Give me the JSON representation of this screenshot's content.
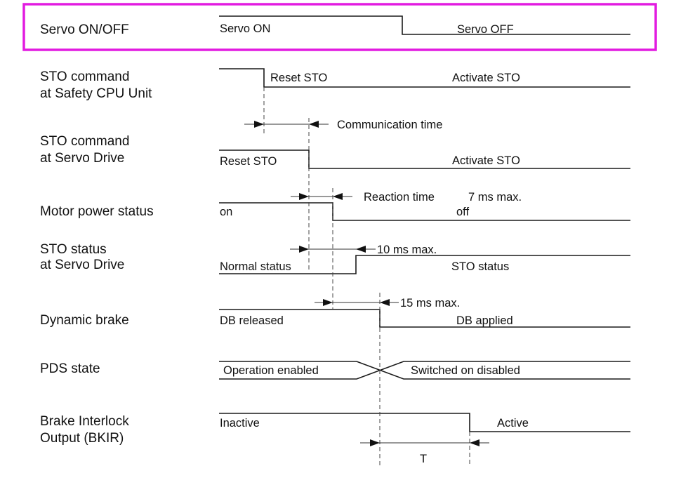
{
  "highlight_color": "#e21ce0",
  "rows": {
    "servo": {
      "label": [
        "Servo ON/OFF"
      ],
      "high": "Servo ON",
      "low": "Servo OFF"
    },
    "sto_cpu": {
      "label": [
        "STO command",
        "at Safety CPU Unit"
      ],
      "before": "Reset STO",
      "after": "Activate STO"
    },
    "sto_drive": {
      "label": [
        "STO command",
        "at Servo Drive"
      ],
      "before": "Reset STO",
      "after": "Activate STO"
    },
    "motor": {
      "label": [
        "Motor power status"
      ],
      "before": "on",
      "after": "off"
    },
    "sto_status": {
      "label": [
        "STO status",
        "at Servo Drive"
      ],
      "before": "Normal status",
      "after": "STO status"
    },
    "dyn_brake": {
      "label": [
        "Dynamic brake"
      ],
      "before": "DB released",
      "after": "DB applied"
    },
    "pds": {
      "label": [
        "PDS state"
      ],
      "before": "Operation enabled",
      "after": "Switched on disabled"
    },
    "bkir": {
      "label": [
        "Brake Interlock",
        "Output (BKIR)"
      ],
      "before": "Inactive",
      "after": "Active"
    }
  },
  "timings": {
    "communication": "Communication time",
    "reaction": "Reaction time",
    "reaction_max": "7 ms max.",
    "sto_max": "10 ms max.",
    "db_max": "15 ms max.",
    "t": "T"
  },
  "icons": {
    "arrow_right": "arrow-right-icon",
    "arrow_left": "arrow-left-icon"
  }
}
